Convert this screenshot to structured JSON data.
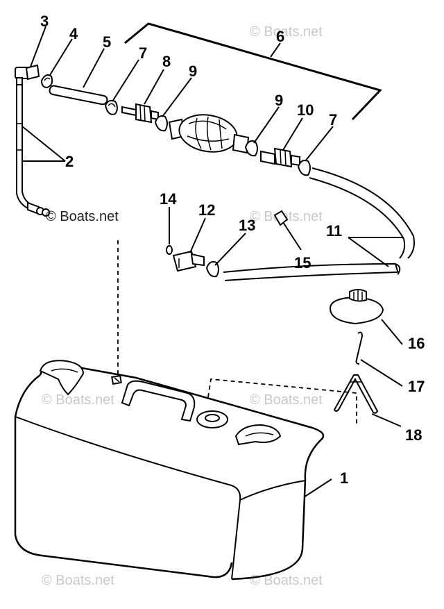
{
  "diagram": {
    "callouts": [
      "1",
      "2",
      "3",
      "4",
      "5",
      "6",
      "7",
      "8",
      "9",
      "9",
      "10",
      "7",
      "11",
      "12",
      "13",
      "14",
      "15",
      "16",
      "17",
      "18"
    ],
    "watermark": "© Boats.net",
    "watermark_inline": "© Boats.net"
  }
}
